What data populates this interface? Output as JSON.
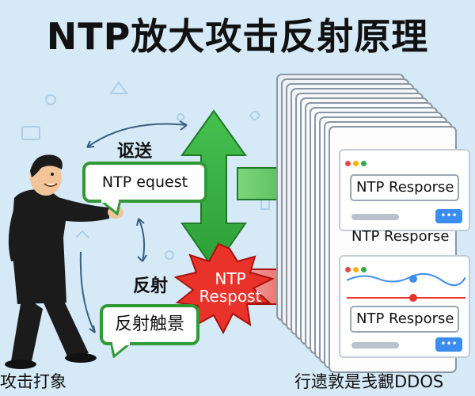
{
  "title": "NTP放大攻击反射原理",
  "labels": {
    "send": "讴送",
    "reflect": "反射",
    "victim": "攻击打象",
    "ddos": "行遗敦是戋覾DDOS"
  },
  "bubbles": {
    "request": "NTP equest",
    "reflect_trigger": "反射触景"
  },
  "burst": {
    "line1": "NTP",
    "line2": "Respost"
  },
  "responses": {
    "top": "NTP Resporse",
    "middle": "NTP Resporse",
    "bottom": "NTP Resporse"
  },
  "colors": {
    "background": "#d5e9f7",
    "green": "#39b54a",
    "red": "#e8322a",
    "button": "#3b8ef0"
  }
}
